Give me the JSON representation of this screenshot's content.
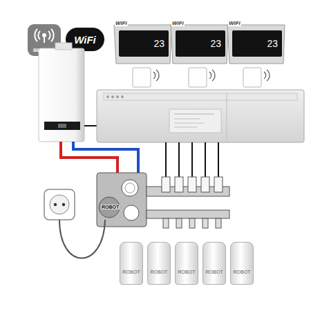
{
  "diagram": {
    "nodes": [
      {
        "text": [
          "868 MHz"
        ]
      },
      {
        "text": [
          "WiFi"
        ]
      },
      {
        "text": [
          "WiFi",
          "23"
        ]
      },
      {
        "text": [
          "WiFi",
          "23"
        ]
      },
      {
        "text": [
          "WiFi",
          "23"
        ]
      },
      {
        "text": [
          "ROBOT"
        ]
      },
      {
        "text": [
          "ROBOT"
        ]
      },
      {
        "text": [
          "ROBOT"
        ]
      },
      {
        "text": [
          "ROBOT"
        ]
      },
      {
        "text": [
          "ROBOT"
        ]
      }
    ],
    "labels": [
      "ROBOT"
    ]
  }
}
